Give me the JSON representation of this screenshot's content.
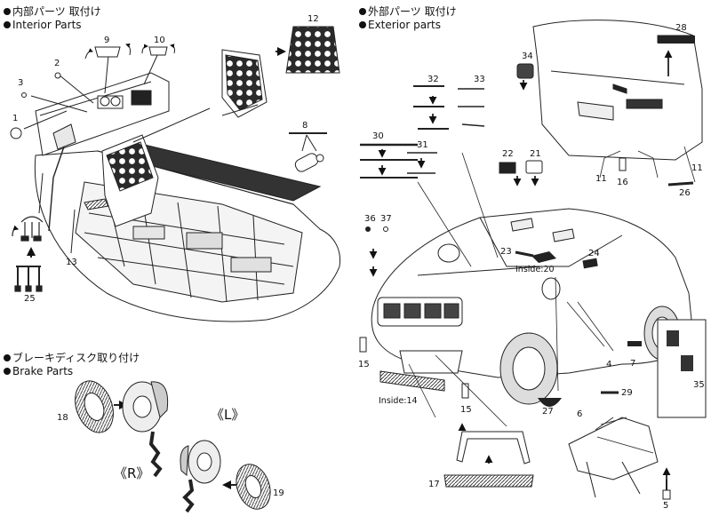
{
  "headers": {
    "interior_jp": "内部パーツ 取付け",
    "interior_en": "Interior Parts",
    "exterior_jp": "外部パーツ 取付け",
    "exterior_en": "Exterior parts",
    "brake_jp": "ブレーキディスク取り付け",
    "brake_en": "Brake Parts"
  },
  "part_numbers": [
    "1",
    "2",
    "3",
    "4",
    "5",
    "6",
    "7",
    "8",
    "9",
    "10",
    "11",
    "11",
    "12",
    "13",
    "15",
    "15",
    "16",
    "17",
    "18",
    "19",
    "21",
    "22",
    "23",
    "24",
    "25",
    "26",
    "27",
    "28",
    "29",
    "30",
    "31",
    "32",
    "33",
    "34",
    "35",
    "36",
    "37"
  ],
  "labels": {
    "inside_14": "Inside:14",
    "inside_20": "Inside:20",
    "left_marker": "《L》",
    "right_marker": "《R》"
  },
  "icons": [
    "arrow-icon",
    "rotate-arrow-icon",
    "dot-marker-icon",
    "circle-marker-icon"
  ]
}
